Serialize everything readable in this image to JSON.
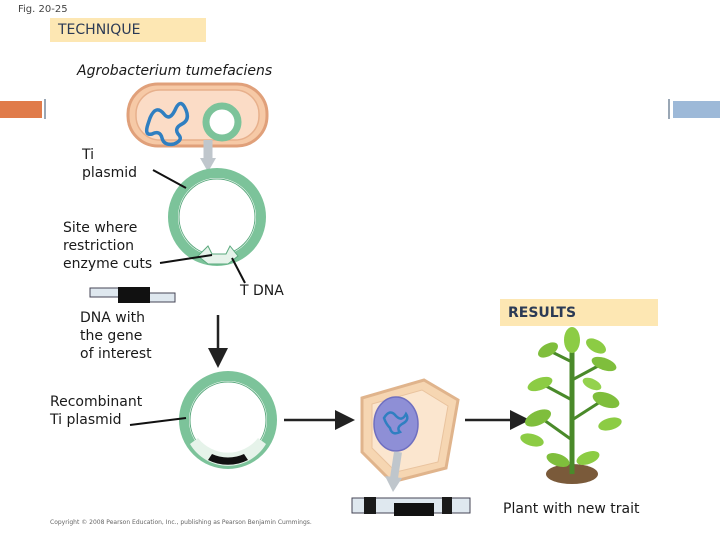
{
  "figure": {
    "label": "Fig. 20-25",
    "technique_label": "TECHNIQUE",
    "results_label": "RESULTS",
    "copyright": "Copyright © 2008 Pearson Education, Inc., publishing as Pearson Benjamin Cummings."
  },
  "labels": {
    "agrobacterium": "Agrobacterium tumefaciens",
    "ti_plasmid_line1": "Ti",
    "ti_plasmid_line2": "plasmid",
    "site_line1": "Site where",
    "site_line2": "restriction",
    "site_line3": "enzyme cuts",
    "t_dna": "T DNA",
    "dna_gene_line1": "DNA with",
    "dna_gene_line2": "the gene",
    "dna_gene_line3": "of interest",
    "recombinant_line1": "Recombinant",
    "recombinant_line2": "Ti plasmid",
    "plant_trait": "Plant with new trait"
  },
  "colors": {
    "plasmid_green": "#7cc39a",
    "plasmid_inner": "#e6f3ea",
    "bacterium_fill": "#f6c9a6",
    "bacterium_edge": "#e0a07a",
    "dna_blue": "#2f7fc1",
    "cell_fill": "#f6d6b2",
    "nucleus_fill": "#8e8fd6",
    "arrow_gray": "#bfc6cc",
    "leaf_green": "#7fbe3c",
    "stem_green": "#4a8a2a",
    "soil_brown": "#7a5a3a"
  }
}
